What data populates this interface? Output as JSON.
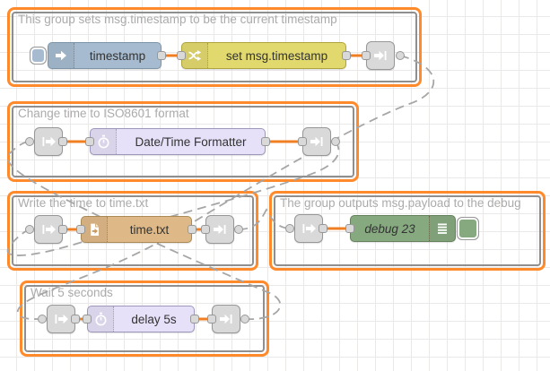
{
  "app": "Node-RED flow editor canvas",
  "colors": {
    "group_selection_outline": "#ff8a2b",
    "group_border": "#8f8f8f",
    "wire": "#f07f23",
    "link_wire": "#a6a6a6",
    "inject_node": "#a6bbcf",
    "change_node": "#e2d96e",
    "timer_node": "#e6e0f8",
    "file_node": "#deb887",
    "debug_node": "#87a980",
    "link_node": "#d9d9d9",
    "canvas_grid": "#ebe8e8"
  },
  "groups": [
    {
      "label": "This group sets msg.timestamp to be the current timestamp",
      "nodes": [
        {
          "type": "inject",
          "label": "timestamp",
          "icon": "inject-arrow-icon",
          "button": true
        },
        {
          "type": "change",
          "label": "set msg.timestamp",
          "icon": "shuffle-icon"
        },
        {
          "type": "link out",
          "label": "",
          "icon": "link-out-icon"
        }
      ]
    },
    {
      "label": "Change time to ISO8601 format",
      "nodes": [
        {
          "type": "link in",
          "label": "",
          "icon": "link-in-icon"
        },
        {
          "type": "date/time formatter",
          "label": "Date/Time Formatter",
          "icon": "timer-icon"
        },
        {
          "type": "link out",
          "label": "",
          "icon": "link-out-icon"
        }
      ]
    },
    {
      "label": "Write the time to time.txt",
      "nodes": [
        {
          "type": "link in",
          "label": "",
          "icon": "link-in-icon"
        },
        {
          "type": "file",
          "label": "time.txt",
          "icon": "file-out-icon"
        },
        {
          "type": "link out",
          "label": "",
          "icon": "link-out-icon"
        }
      ]
    },
    {
      "label": "The group outputs msg.payload to the debug",
      "nodes": [
        {
          "type": "link in",
          "label": "",
          "icon": "link-in-icon"
        },
        {
          "type": "debug",
          "label": "debug 23",
          "icon": "debug-list-icon",
          "button": true
        }
      ]
    },
    {
      "label": "Wait 5 seconds",
      "nodes": [
        {
          "type": "link in",
          "label": "",
          "icon": "link-in-icon"
        },
        {
          "type": "delay",
          "label": "delay 5s",
          "icon": "timer-icon"
        },
        {
          "type": "link out",
          "label": "",
          "icon": "link-out-icon"
        }
      ]
    }
  ]
}
